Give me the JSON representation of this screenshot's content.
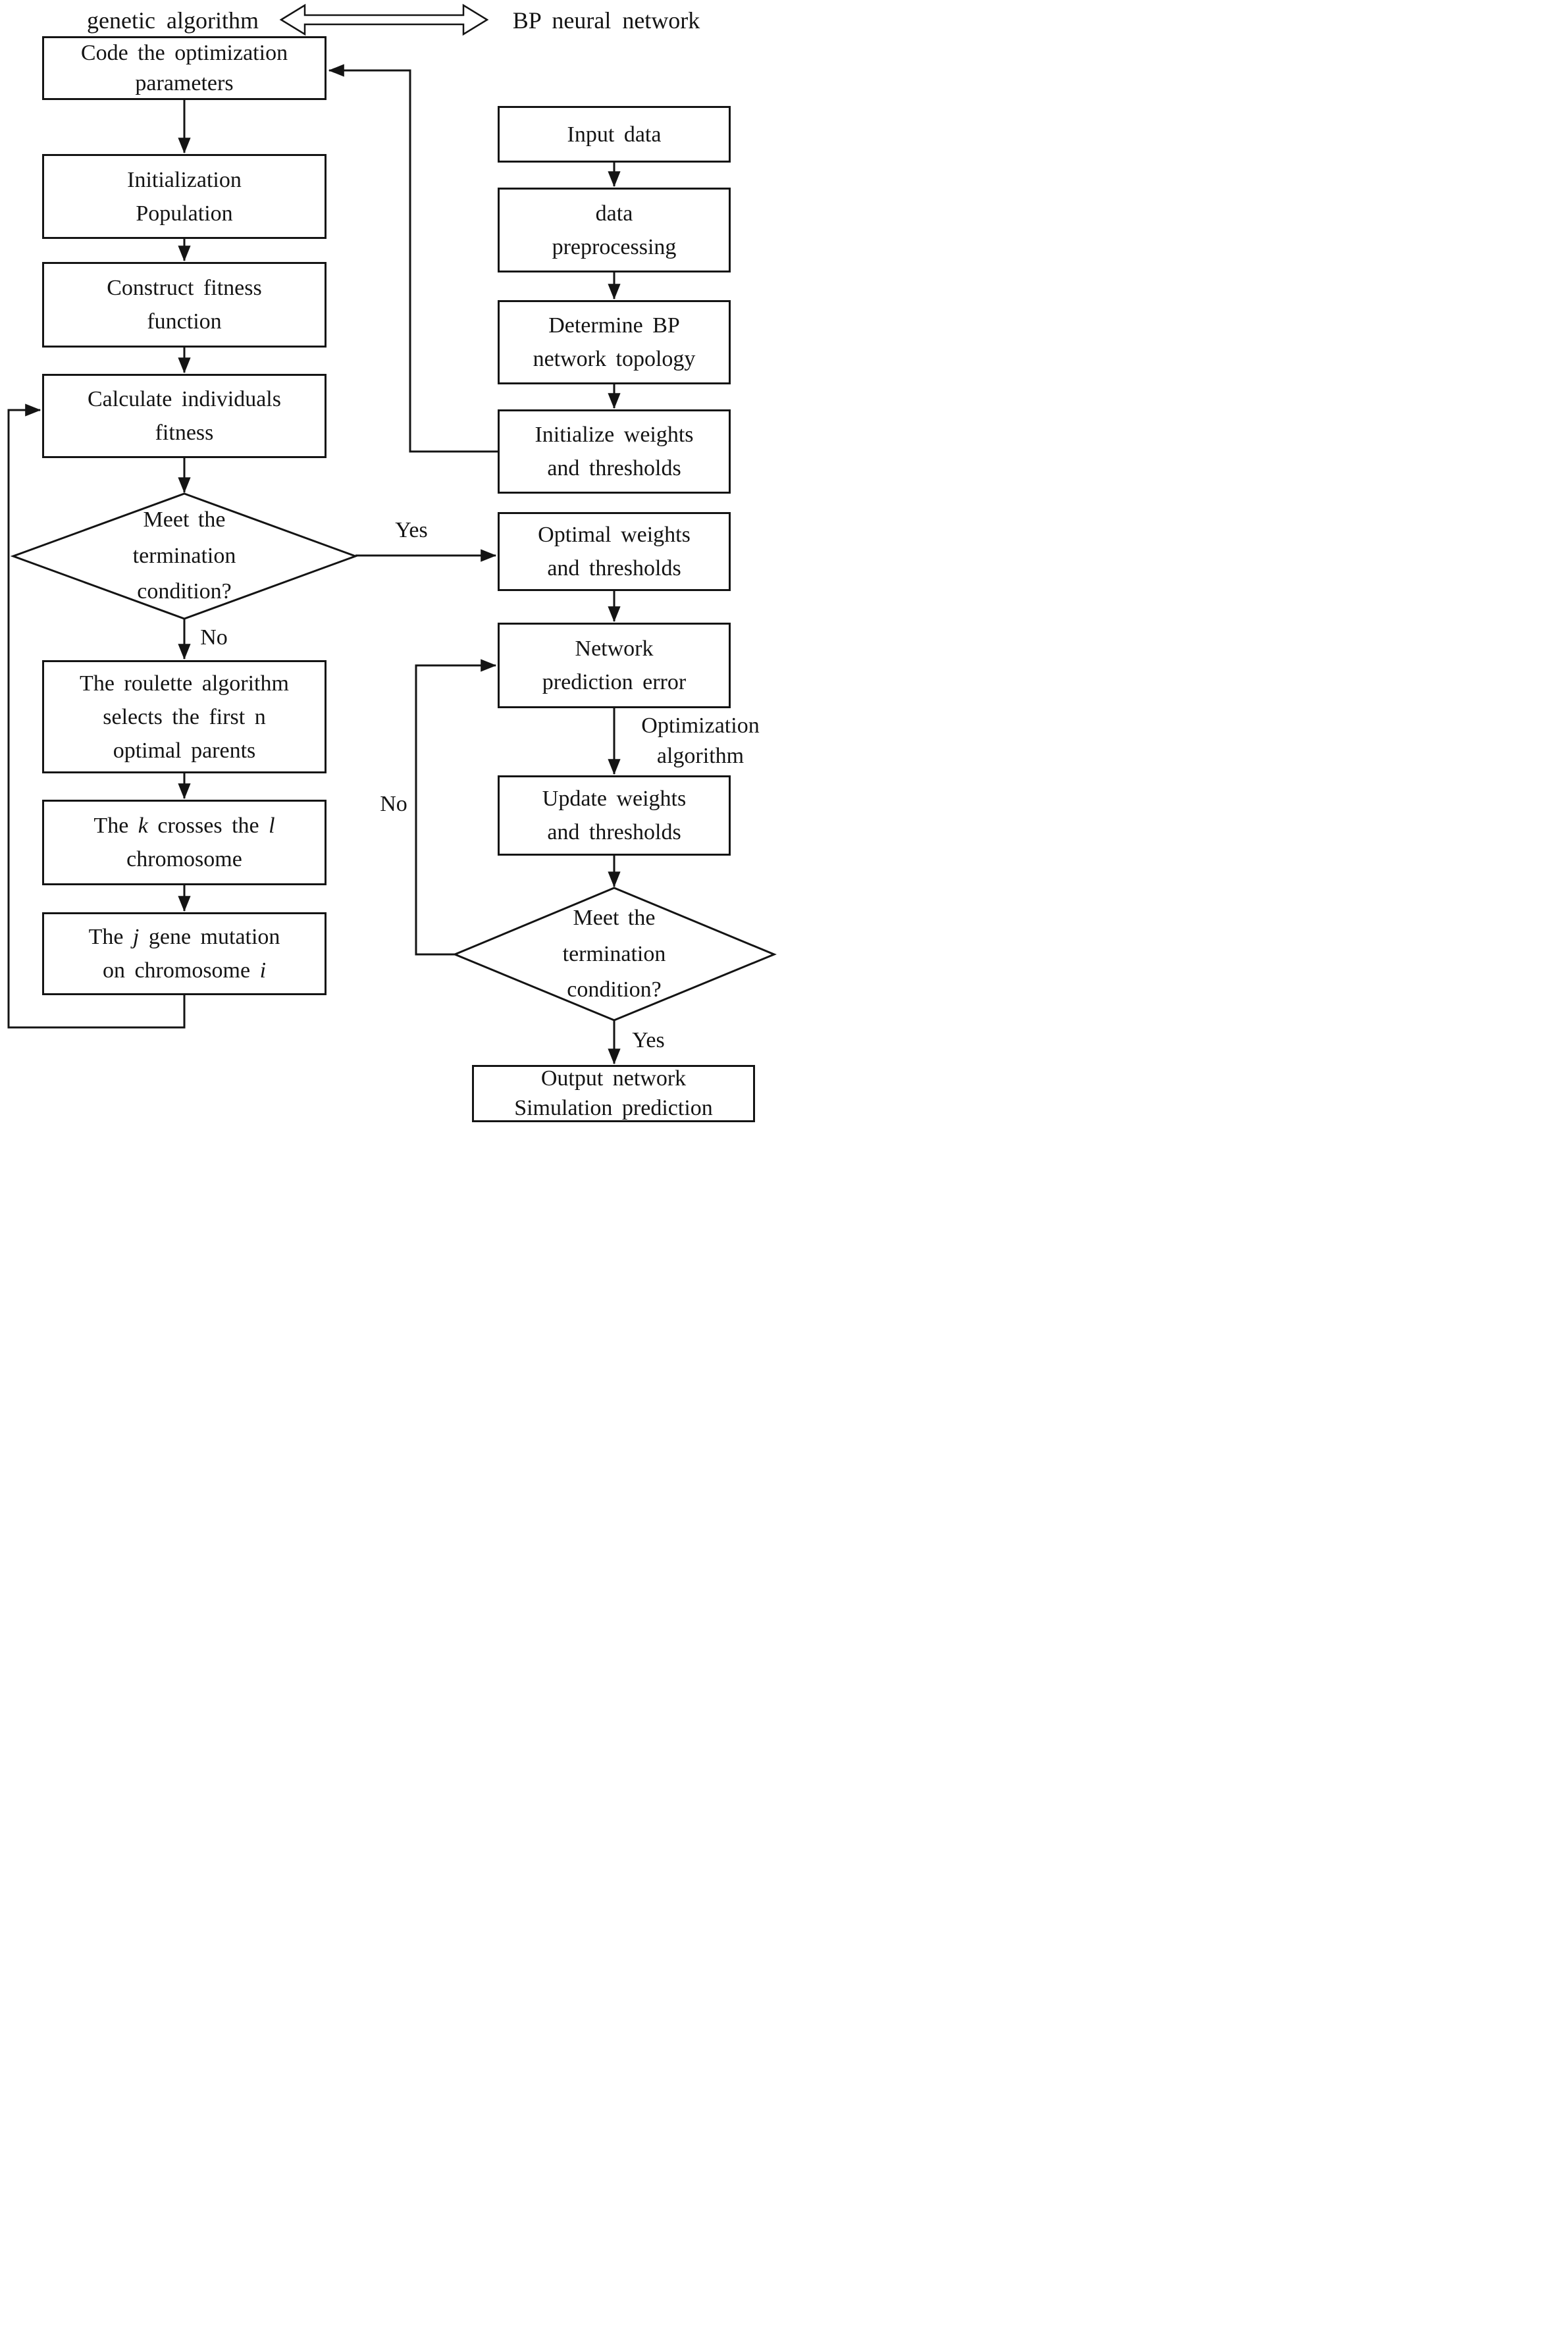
{
  "colors": {
    "ink": "#141414",
    "background": "#ffffff"
  },
  "headers": {
    "left": "genetic algorithm",
    "right": "BP neural network"
  },
  "ga": {
    "box_code": {
      "l1": "Code the optimization",
      "l2": "parameters"
    },
    "box_init": {
      "l1": "Initialization",
      "l2": "Population"
    },
    "box_fitness": {
      "l1": "Construct fitness",
      "l2": "function"
    },
    "box_calc": {
      "l1": "Calculate individuals",
      "l2": "fitness"
    },
    "decision": {
      "l1": "Meet the",
      "l2": "termination",
      "l3": "condition?"
    },
    "box_roulette": {
      "l1": "The roulette algorithm",
      "l2": "selects the first n",
      "l3": "optimal parents"
    },
    "box_cross": {
      "l1": [
        {
          "t": "The "
        },
        {
          "t": "k",
          "i": true
        },
        {
          "t": " crosses the "
        },
        {
          "t": "l",
          "i": true
        }
      ],
      "l2": "chromosome"
    },
    "box_mutation": {
      "l1": [
        {
          "t": "The "
        },
        {
          "t": "j",
          "i": true
        },
        {
          "t": " gene mutation"
        }
      ],
      "l2": [
        {
          "t": "on chromosome "
        },
        {
          "t": "i",
          "i": true
        }
      ]
    },
    "label_yes": "Yes",
    "label_no": "No"
  },
  "bp": {
    "box_input": {
      "l1": "Input data"
    },
    "box_preprocess": {
      "l1": "data",
      "l2": "preprocessing"
    },
    "box_topology": {
      "l1": "Determine BP",
      "l2": "network topology"
    },
    "box_init_weights": {
      "l1": "Initialize weights",
      "l2": "and thresholds"
    },
    "box_optimal": {
      "l1": "Optimal weights",
      "l2": "and thresholds"
    },
    "box_net_error": {
      "l1": "Network",
      "l2": "prediction error"
    },
    "box_update": {
      "l1": "Update weights",
      "l2": "and thresholds"
    },
    "decision": {
      "l1": "Meet the",
      "l2": "termination",
      "l3": "condition?"
    },
    "box_output": {
      "l1": "Output network",
      "l2": "Simulation prediction"
    },
    "label_yes": "Yes",
    "label_no": "No",
    "label_optimization": {
      "l1": "Optimization",
      "l2": "algorithm"
    }
  }
}
